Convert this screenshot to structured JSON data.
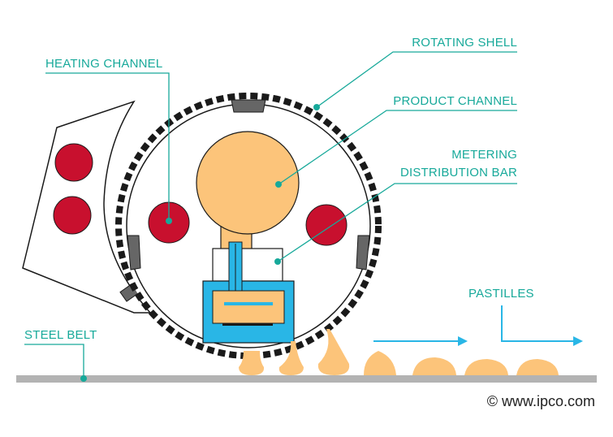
{
  "labels": {
    "heating_channel": "HEATING CHANNEL",
    "rotating_shell": "ROTATING SHELL",
    "product_channel": "PRODUCT CHANNEL",
    "metering_line1": "METERING",
    "metering_line2": "DISTRIBUTION BAR",
    "pastilles": "PASTILLES",
    "steel_belt": "STEEL BELT"
  },
  "copyright": "© www.ipco.com",
  "colors": {
    "accent": "#17a99a",
    "heating_red": "#c8102e",
    "product_orange": "#fcc47a",
    "metering_blue": "#29b6e6",
    "belt_gray": "#b3b3b3",
    "shell_dark": "#1a1a1a",
    "arrow_blue": "#29b6e6"
  }
}
